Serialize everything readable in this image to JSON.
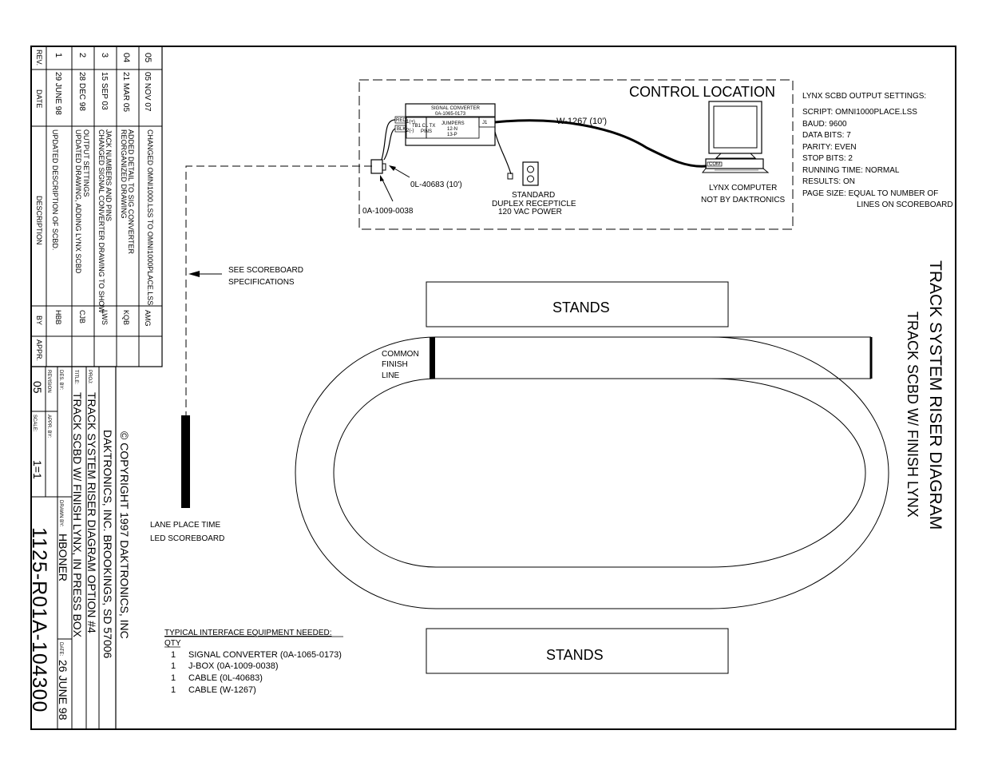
{
  "title": {
    "main": "TRACK SYSTEM RISER DIAGRAM",
    "sub": "TRACK SCBD W/ FINISH LYNX"
  },
  "control_location": {
    "heading": "CONTROL LOCATION",
    "signal_converter_title": "SIGNAL CONVERTER",
    "signal_converter_part": "0A-1065-0173",
    "jumpers_title": "JUMPERS",
    "jumpers_line1": "12-N",
    "jumpers_line2": "13-P",
    "j1_label": "J1",
    "pins_line1": "TB1 CL TX",
    "pins_line2": "PINS",
    "red_label": "RED",
    "blk_label": "BLK",
    "plus_label": "1(+)",
    "minus_label": "2(-)",
    "cable_w1267": "W-1267 (10')",
    "cable_0l40683": "0L-40683 (10')",
    "jbox_label": "0A-1009-0038",
    "receptacle_line1": "STANDARD",
    "receptacle_line2": "DUPLEX RECEPTICLE",
    "receptacle_line3": "120 VAC POWER",
    "computer_line1": "LYNX COMPUTER",
    "computer_line2": "NOT BY DAKTRONICS",
    "com_label": "COM"
  },
  "settings": {
    "heading": "LYNX SCBD OUTPUT SETTINGS:",
    "lines": [
      "SCRIPT: OMNI1000PLACE.LSS",
      "BAUD: 9600",
      "DATA BITS: 7",
      "PARITY: EVEN",
      "STOP BITS: 2",
      "RUNNING TIME: NORMAL",
      "RESULTS: ON",
      "PAGE SIZE: EQUAL TO NUMBER OF",
      "LINES ON SCOREBOARD"
    ]
  },
  "labels": {
    "see_spec_line1": "SEE SCOREBOARD",
    "see_spec_line2": "SPECIFICATIONS",
    "stands_top": "STANDS",
    "stands_bottom": "STANDS",
    "finish_line1": "COMMON",
    "finish_line2": "FINISH",
    "finish_line3": "LINE",
    "scoreboard_line1": "LANE PLACE TIME",
    "scoreboard_line2": "LED SCOREBOARD"
  },
  "equipment": {
    "heading": "TYPICAL INTERFACE EQUIPMENT NEEDED:",
    "qty_header": "QTY",
    "items": [
      {
        "qty": "1",
        "desc": "SIGNAL CONVERTER (0A-1065-0173)"
      },
      {
        "qty": "1",
        "desc": "J-BOX (0A-1009-0038)"
      },
      {
        "qty": "1",
        "desc": "CABLE (0L-40683)"
      },
      {
        "qty": "1",
        "desc": "CABLE (W-1267)"
      }
    ]
  },
  "revisions": {
    "headers": {
      "rev": "REV.",
      "date": "DATE",
      "desc": "DESCRIPTION",
      "by": "BY",
      "appr": "APPR."
    },
    "rows": [
      {
        "rev": "05",
        "date": "05 NOV 07",
        "desc1": "CHANGED OMNI1000.LSS TO OMNI1000PLACE.LSS",
        "desc2": "",
        "by": "AMG"
      },
      {
        "rev": "04",
        "date": "21 MAR 05",
        "desc1": "REORGANIZED DRAWING",
        "desc2": "ADDED DETAIL TO SIG CONVERTER",
        "by": "KQB"
      },
      {
        "rev": "3",
        "date": "15 SEP 03",
        "desc1": "CHANGED SIGNAL CONVERTER DRAWING TO SHOW",
        "desc2": "JACK NUMBERS AND PINS",
        "by": "LWS"
      },
      {
        "rev": "2",
        "date": "28 DEC 98",
        "desc1": "UPDATED DRAWING, ADDING LYNX SCBD",
        "desc2": "OUTPUT SETTINGS",
        "by": "CJB"
      },
      {
        "rev": "1",
        "date": "29 JUNE 98",
        "desc1": "UPDATED DESCRIPTION OF SCBD.",
        "desc2": "",
        "by": "HBB"
      }
    ]
  },
  "title_block": {
    "copyright": "© COPYRIGHT 1997 DAKTRONICS, INC",
    "company": "DAKTRONICS, INC.   BROOKINGS, SD  57006",
    "proj_label": "PROJ:",
    "proj_value": "TRACK SYSTEM RISER DIAGRAM OPTION #4",
    "title_label": "TITLE:",
    "title_value": "TRACK SCBD W/ FINISH LYNX, IN PRESS BOX",
    "des_label": "DES. BY:",
    "drawn_label": "DRAWN BY:",
    "drawn_value": "HBONER",
    "date_label": "DATE:",
    "date_value": "26 JUNE 98",
    "revision_label": "REVISION",
    "revision_value": "05",
    "appr_label": "APPR. BY:",
    "scale_label": "SCALE:",
    "scale_value": "1=1",
    "drawing_number": "1125-R01A-104300"
  }
}
